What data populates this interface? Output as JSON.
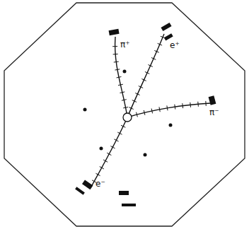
{
  "diagram": {
    "labels": [
      "π⁺",
      "e⁺",
      "π⁻",
      "e⁻"
    ]
  }
}
